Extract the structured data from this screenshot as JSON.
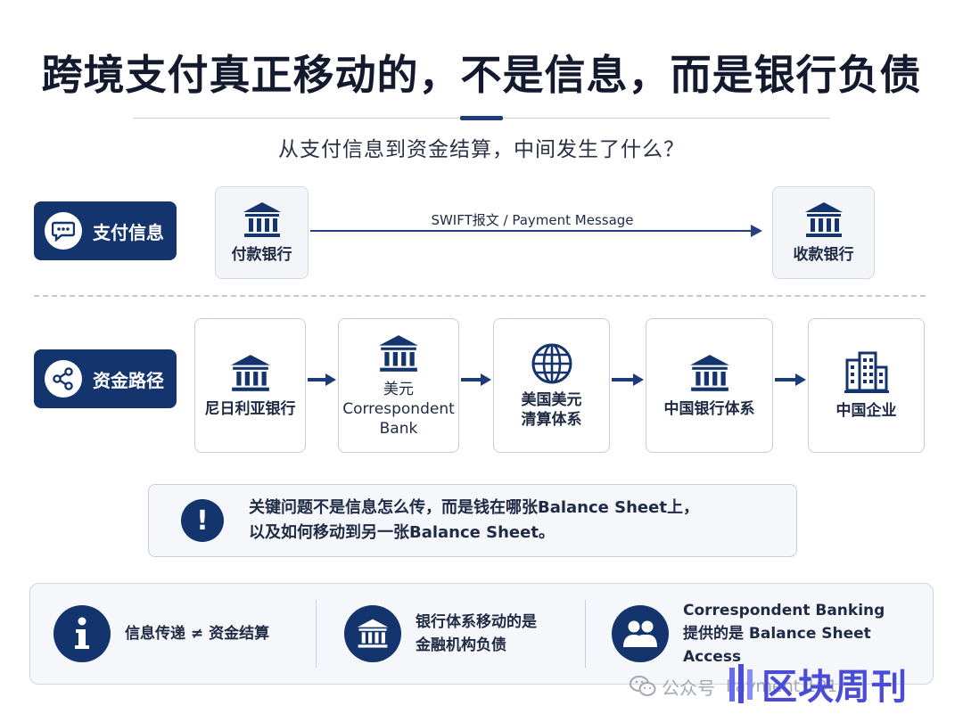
{
  "title": "跨境支付真正移动的，不是信息，而是银行负债",
  "subtitle": "从支付信息到资金结算，中间发生了什么？",
  "rows": {
    "info": {
      "pill_label": "支付信息",
      "pill_icon": "chat-bubble-icon",
      "from_bank": "付款银行",
      "to_bank": "收款银行",
      "message_label": "SWIFT报文 / Payment Message"
    },
    "funds": {
      "pill_label": "资金路径",
      "pill_icon": "share-icon",
      "nodes": [
        {
          "label": "尼日利亚银行",
          "icon": "bank-icon"
        },
        {
          "label": "美元\nCorrespondent\nBank",
          "icon": "bank-icon"
        },
        {
          "label": "美国美元\n清算体系",
          "icon": "globe-icon"
        },
        {
          "label": "中国银行体系",
          "icon": "bank-icon"
        },
        {
          "label": "中国企业",
          "icon": "building-icon"
        }
      ]
    }
  },
  "callout": {
    "icon": "exclamation-icon",
    "symbol": "!",
    "line1": "关键问题不是信息怎么传，而是钱在哪张Balance Sheet上，",
    "line2": "以及如何移动到另一张Balance Sheet。"
  },
  "summary": [
    {
      "icon": "info-icon",
      "text": "信息传递 ≠ 资金结算"
    },
    {
      "icon": "bank-icon",
      "text": "银行体系移动的是\n金融机构负债"
    },
    {
      "icon": "users-icon",
      "text": "Correspondent Banking\n提供的是 Balance Sheet Access"
    }
  ],
  "watermark": {
    "account_prefix": "公众号",
    "account_name": "Payment 101",
    "brand": "区块周刊"
  },
  "colors": {
    "navy": "#14346e",
    "arrow": "#1d3a7a",
    "border": "#c6cedc",
    "brand_purple": "#4a4bd6"
  }
}
